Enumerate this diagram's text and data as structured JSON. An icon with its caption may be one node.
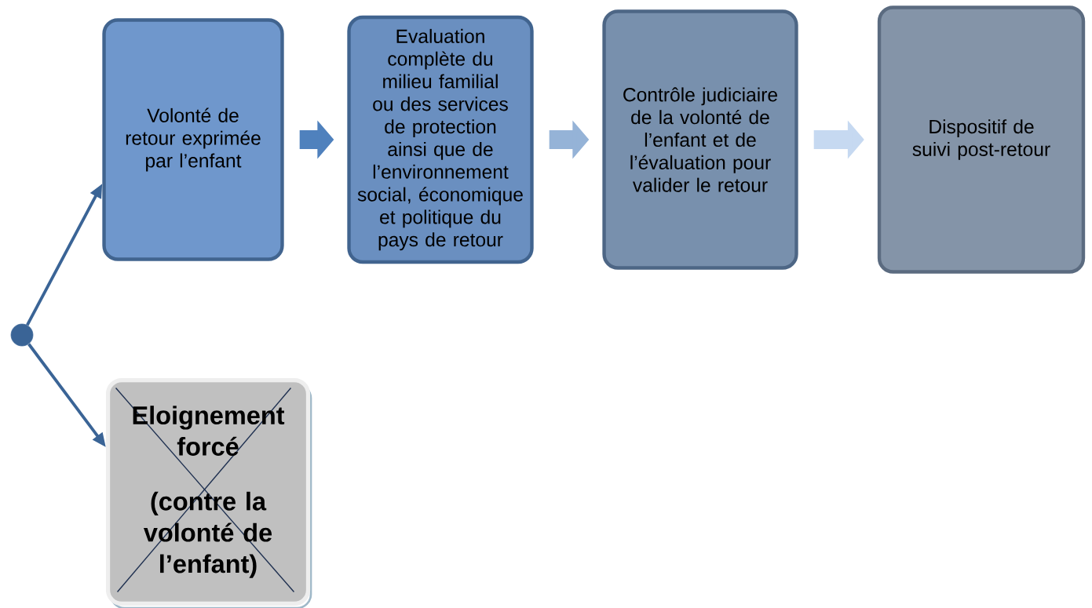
{
  "diagram": {
    "nodes": [
      {
        "text": [
          "Volonté de retour exprimée par l’enfant"
        ]
      },
      {
        "text": [
          "Evaluation complète du milieu familial ou des services de protection ainsi que de l’environnement social, économique et politique du pays de retour"
        ]
      },
      {
        "text": [
          "Contrôle judiciaire de la volonté de l’enfant et de l’évaluation pour valider le retour"
        ]
      },
      {
        "text": [
          "Dispositif de suivi post-retour"
        ]
      },
      {
        "text": [],
        "shape": "circle"
      },
      {
        "text": [
          "Eloignement forcé",
          "(contre la volonté de l’enfant)"
        ]
      }
    ],
    "edges": [
      {
        "from": 0,
        "to": 1,
        "arrow": "to",
        "color": "#4f81bd"
      },
      {
        "from": 1,
        "to": 2,
        "arrow": "to",
        "color": "#95b3d7"
      },
      {
        "from": 2,
        "to": 3,
        "arrow": "to",
        "color": "#c6d9f1"
      },
      {
        "from": 4,
        "to": 0,
        "arrow": "to",
        "color": "#3a6496"
      },
      {
        "from": 4,
        "to": 5,
        "arrow": "to",
        "color": "#3a6496"
      }
    ]
  }
}
